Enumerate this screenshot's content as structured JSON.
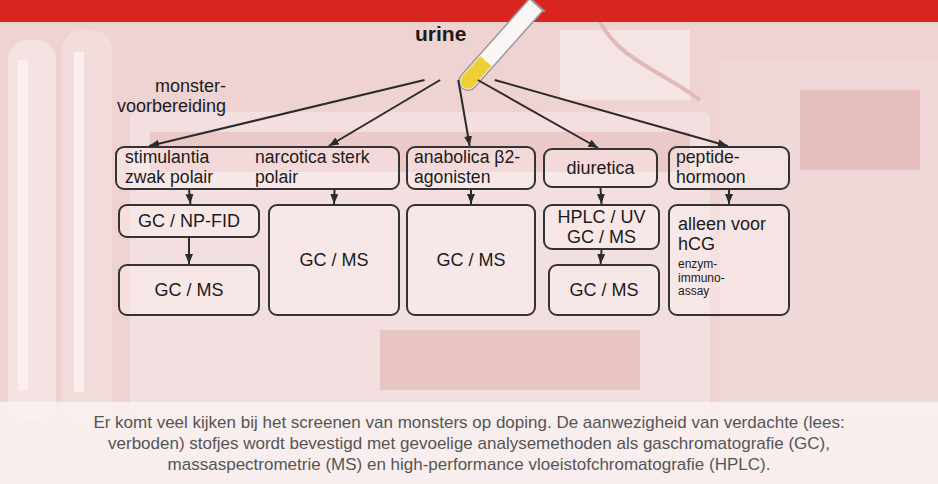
{
  "diagram": {
    "caption": "Er komt veel kijken bij het screenen van monsters op doping. De aanwezigheid van verdachte (lees: verboden) stofjes wordt bevestigd met gevoelige analysemethoden als gaschromatografie (GC), massaspectrometrie (MS) en high-performance vloeistofchromatografie (HPLC).",
    "nodes": [
      {
        "text": [
          "urine"
        ]
      },
      {
        "text": [
          "stimulantia zwak polair",
          "narcotica sterk polair"
        ]
      },
      {
        "text": [
          "anabolica β2-agonisten"
        ]
      },
      {
        "text": [
          "diuretica"
        ]
      },
      {
        "text": [
          "peptide- hormoon"
        ]
      },
      {
        "text": [
          "GC / NP-FID"
        ]
      },
      {
        "text": [
          "GC / MS"
        ]
      },
      {
        "text": [
          "GC / MS"
        ]
      },
      {
        "text": [
          "GC / MS"
        ]
      },
      {
        "text": [
          "HPLC / UV GC / MS"
        ]
      },
      {
        "text": [
          "GC / MS"
        ]
      },
      {
        "text": [
          "alleen voor hCG",
          "enzym- immuno- assay"
        ]
      }
    ],
    "edges": [
      {
        "from": 0,
        "to": 1,
        "arrow": "to"
      },
      {
        "from": 0,
        "to": 1,
        "arrow": "to"
      },
      {
        "from": 0,
        "to": 2,
        "arrow": "to"
      },
      {
        "from": 0,
        "to": 3,
        "arrow": "to"
      },
      {
        "from": 0,
        "to": 4,
        "arrow": "to"
      },
      {
        "from": 1,
        "to": 5,
        "arrow": "to"
      },
      {
        "from": 1,
        "to": 7,
        "arrow": "to"
      },
      {
        "from": 5,
        "to": 6,
        "arrow": "to"
      },
      {
        "from": 2,
        "to": 8,
        "arrow": "to"
      },
      {
        "from": 3,
        "to": 9,
        "arrow": "to"
      },
      {
        "from": 9,
        "to": 10,
        "arrow": "to"
      },
      {
        "from": 4,
        "to": 11,
        "arrow": "to"
      }
    ],
    "labels": [
      "monster- voorbereiding"
    ]
  }
}
